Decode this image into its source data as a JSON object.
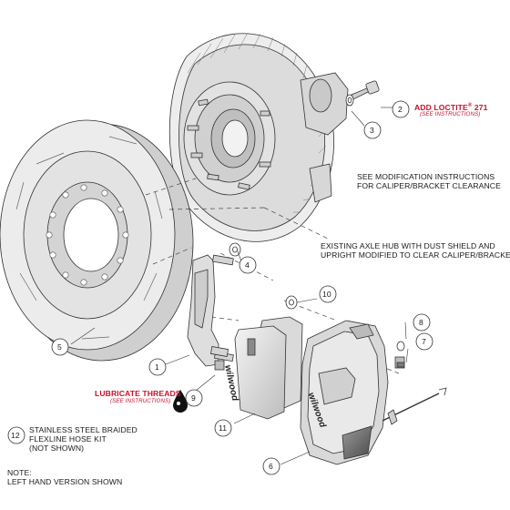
{
  "callouts": [
    {
      "num": "1"
    },
    {
      "num": "2"
    },
    {
      "num": "3"
    },
    {
      "num": "4"
    },
    {
      "num": "5"
    },
    {
      "num": "6"
    },
    {
      "num": "7"
    },
    {
      "num": "8"
    },
    {
      "num": "9"
    },
    {
      "num": "10"
    },
    {
      "num": "11"
    },
    {
      "num": "12"
    }
  ],
  "notes": {
    "loctite_label": "ADD LOCTITE",
    "loctite_reg": "®",
    "loctite_num": " 271",
    "loctite_see": "(SEE INSTRUCTIONS)",
    "modification_line1": "SEE MODIFICATION INSTRUCTIONS",
    "modification_line2": "FOR CALIPER/BRACKET CLEARANCE",
    "axle_line1": "EXISTING AXLE HUB WITH DUST SHIELD AND",
    "axle_line2": "UPRIGHT MODIFIED TO CLEAR CALIPER/BRACKET",
    "lubricate_label": "LUBRICATE THREADS",
    "lubricate_see": "(SEE INSTRUCTIONS)",
    "hose_line1": "STAINLESS STEEL BRAIDED",
    "hose_line2": "FLEXLINE HOSE KIT",
    "hose_line3": "(NOT SHOWN)",
    "note_label": "NOTE:",
    "note_text": "LEFT HAND VERSION SHOWN"
  },
  "brand": {
    "pad_logo": "wilwood",
    "caliper_logo": "wilwood"
  },
  "colors": {
    "line": "#333333",
    "part_fill": "#e6e6e6",
    "accent_red": "#c8102e"
  }
}
